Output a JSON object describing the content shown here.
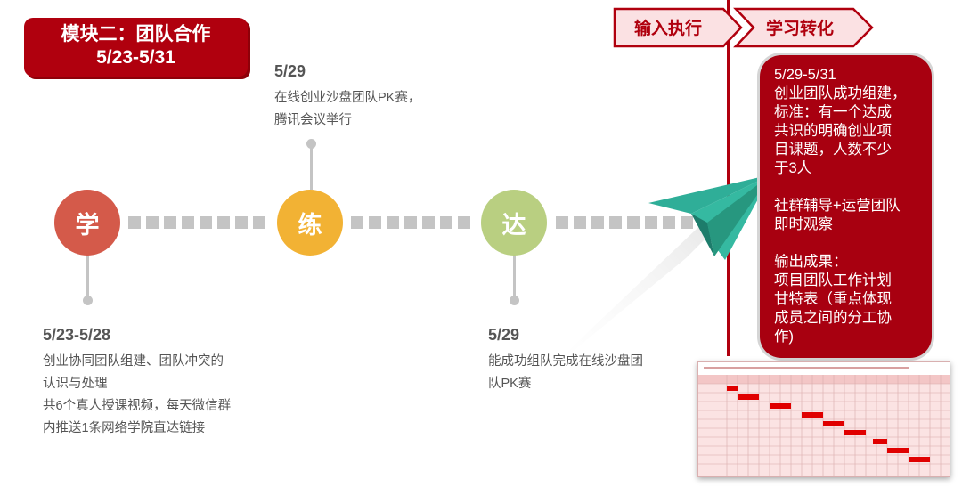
{
  "module": {
    "line1": "模块二：团队合作",
    "line2": "5/23-5/31"
  },
  "phases": [
    {
      "label": "输入执行"
    },
    {
      "label": "学习转化"
    }
  ],
  "stages": [
    {
      "char": "学",
      "color": "#d45a4a"
    },
    {
      "char": "练",
      "color": "#f2b234"
    },
    {
      "char": "达",
      "color": "#b9cf81"
    }
  ],
  "events": {
    "xue": {
      "date": "5/23-5/28",
      "lines": [
        "创业协同团队组建、团队冲突的",
        "认识与处理",
        "共6个真人授课视频，每天微信群",
        "内推送1条网络学院直达链接"
      ]
    },
    "lian": {
      "date": "5/29",
      "lines": [
        "在线创业沙盘团队PK赛，",
        "腾讯会议举行"
      ]
    },
    "da": {
      "date": "5/29",
      "lines": [
        "能成功组队完成在线沙盘团",
        "队PK赛"
      ]
    }
  },
  "panel": {
    "p1": [
      "5/29-5/31",
      "创业团队成功组建，",
      "标准：有一个达成",
      "共识的明确创业项",
      "目课题，人数不少",
      "于3人"
    ],
    "p2": [
      "社群辅导+运营团队",
      "即时观察"
    ],
    "p3": [
      "输出成果：",
      "项目团队工作计划",
      "甘特表（重点体现",
      "成员之间的分工协",
      "作)"
    ]
  },
  "colors": {
    "brand_red": "#b0000e",
    "plane": "#2fae98",
    "timeline_gray": "#c4c4c4"
  }
}
